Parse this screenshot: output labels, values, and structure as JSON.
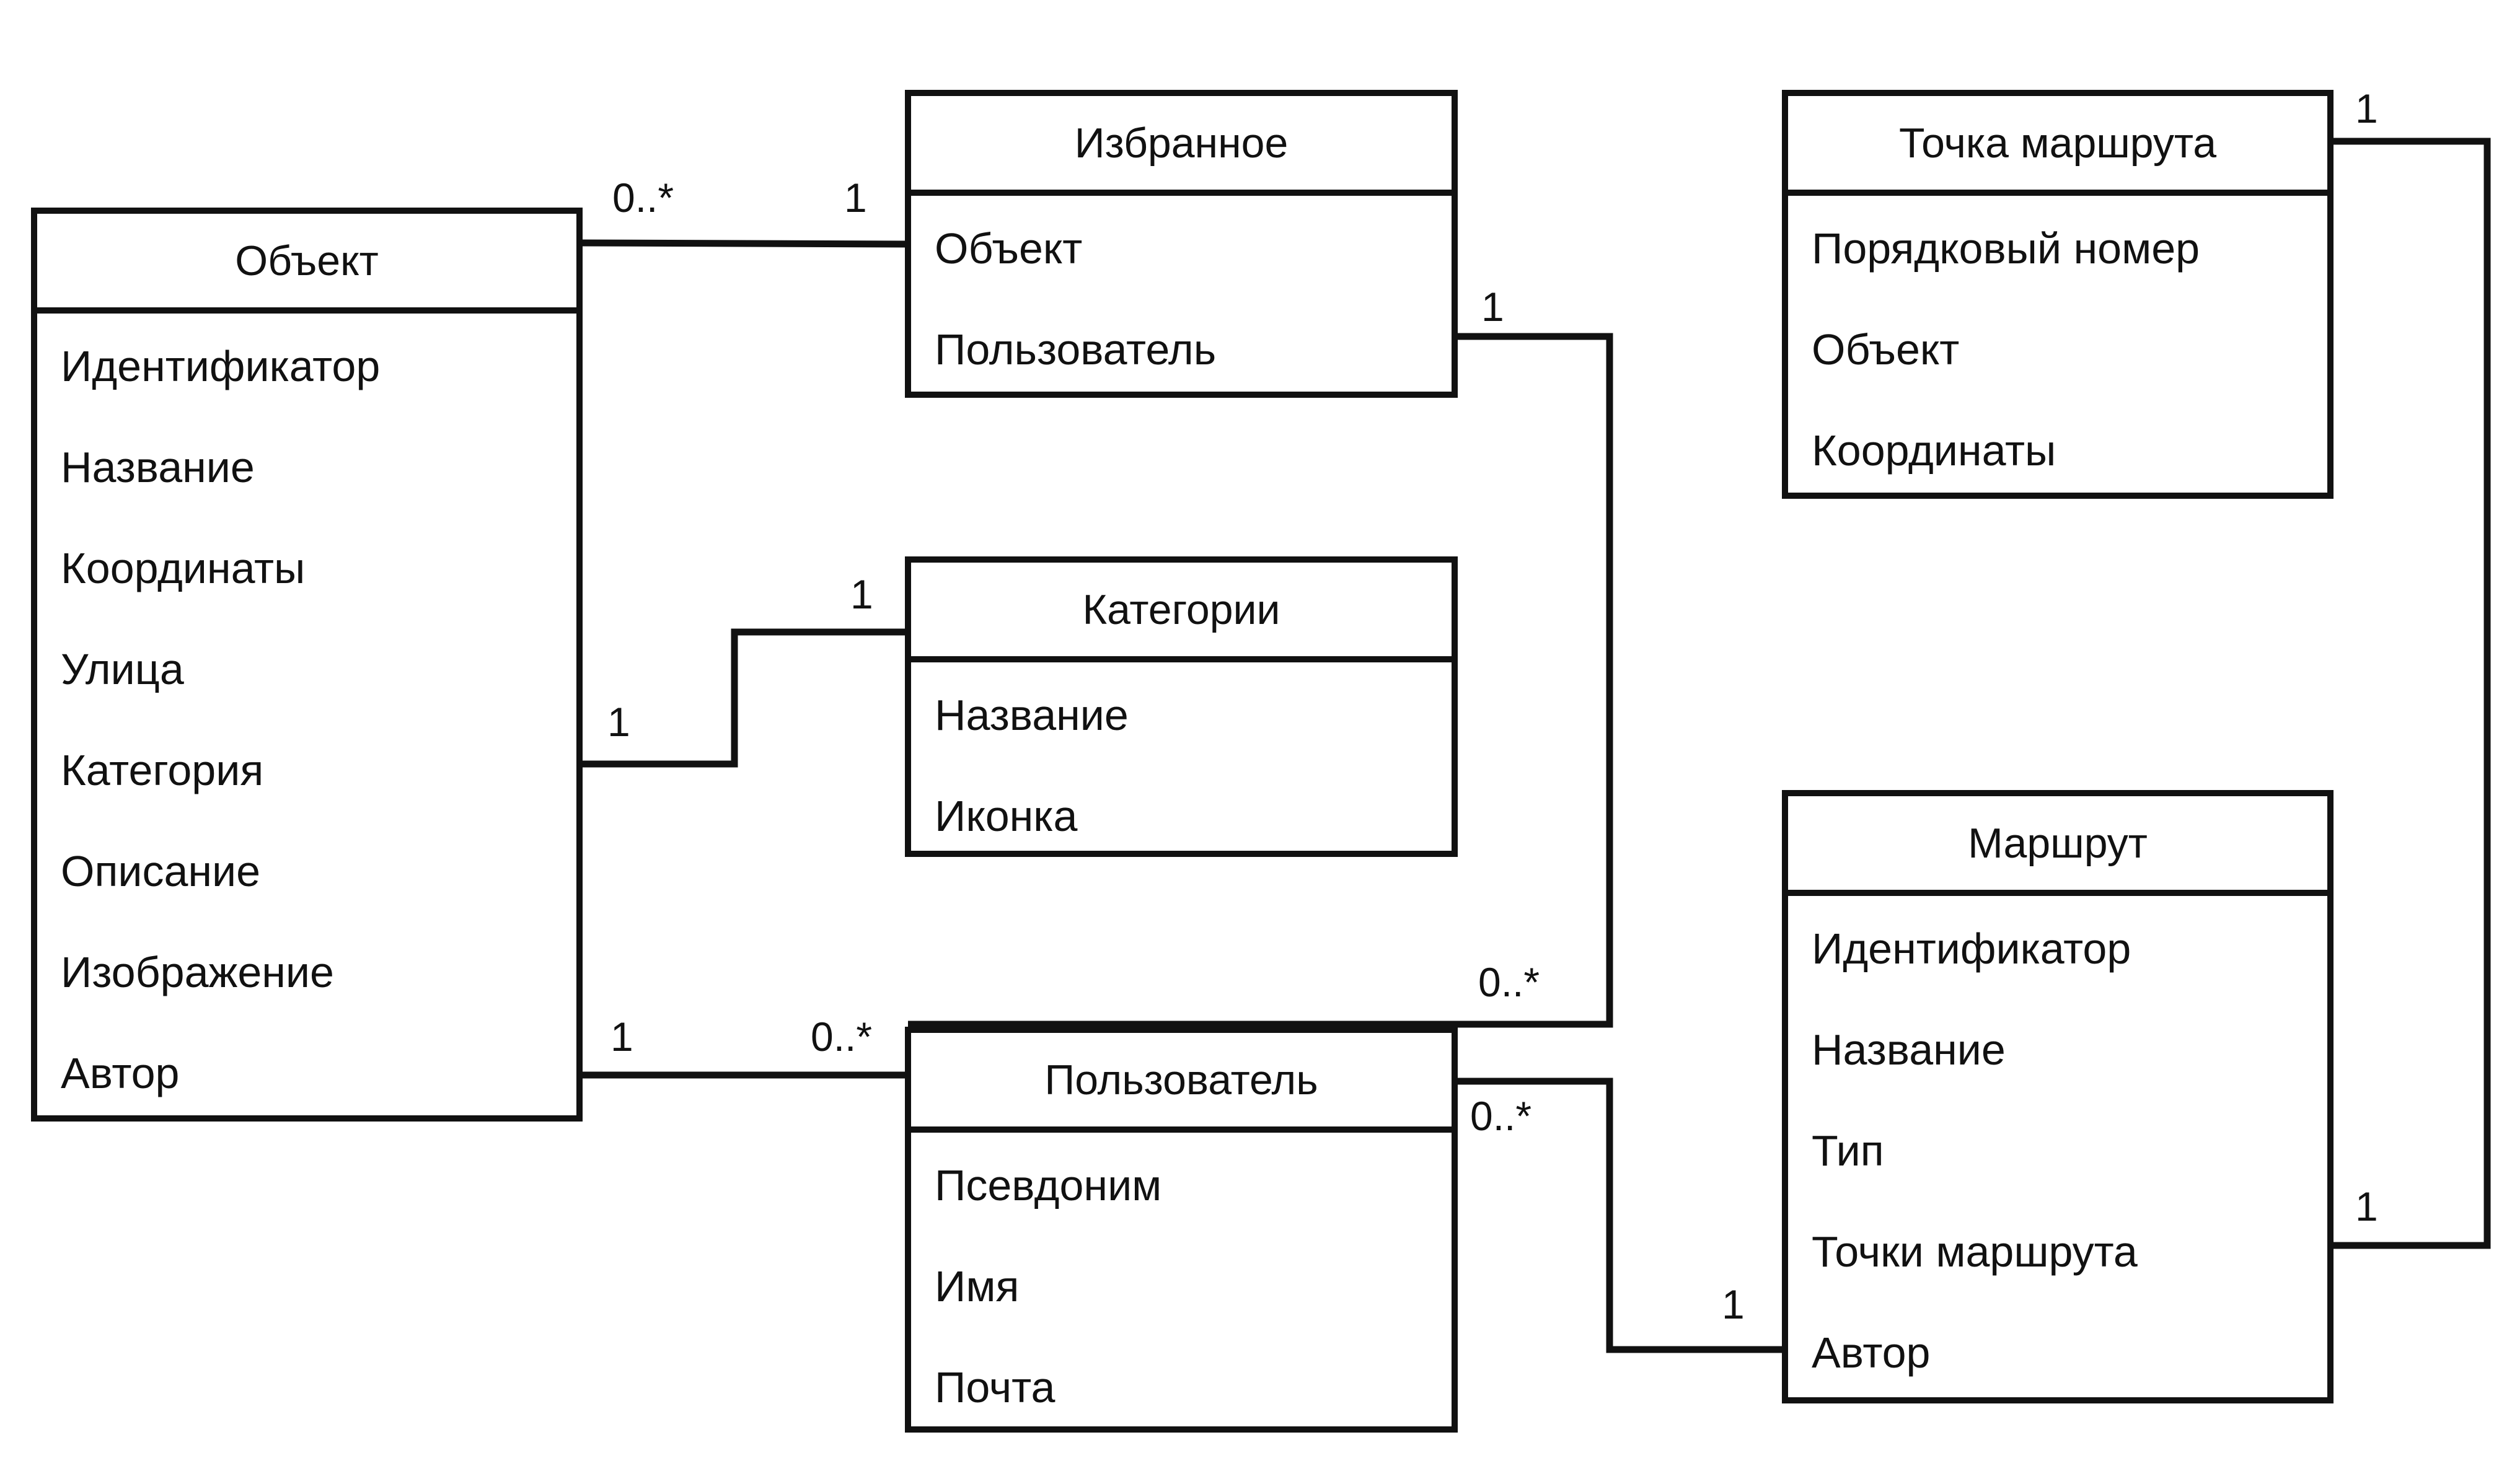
{
  "entities": {
    "object": {
      "title": "Объект",
      "attributes": [
        "Идентификатор",
        "Название",
        "Координаты",
        "Улица",
        "Категория",
        "Описание",
        "Изображение",
        "Автор"
      ]
    },
    "favorite": {
      "title": "Избранное",
      "attributes": [
        "Объект",
        "Пользователь"
      ]
    },
    "category": {
      "title": "Категории",
      "attributes": [
        "Название",
        "Иконка"
      ]
    },
    "user": {
      "title": "Пользователь",
      "attributes": [
        "Псевдоним",
        "Имя",
        "Почта"
      ]
    },
    "waypoint": {
      "title": "Точка маршрута",
      "attributes": [
        "Порядковый номер",
        "Объект",
        "Координаты"
      ]
    },
    "route": {
      "title": "Маршрут",
      "attributes": [
        "Идентификатор",
        "Название",
        "Тип",
        "Точки маршрута",
        "Автор"
      ]
    }
  },
  "relations": [
    {
      "from": "Объект",
      "to": "Избранное",
      "from_mult": "0..*",
      "to_mult": "1"
    },
    {
      "from": "Объект",
      "to": "Категории",
      "from_mult": "1",
      "to_mult": "1"
    },
    {
      "from": "Объект",
      "to": "Пользователь",
      "from_mult": "1",
      "to_mult": "0..*"
    },
    {
      "from": "Избранное",
      "to": "Пользователь",
      "from_mult": "1",
      "to_mult": "0..*"
    },
    {
      "from": "Пользователь",
      "to": "Маршрут",
      "from_mult": "0..*",
      "to_mult": "1"
    },
    {
      "from": "Точка маршрута",
      "to": "Маршрут",
      "from_mult": "1",
      "to_mult": "1"
    }
  ]
}
